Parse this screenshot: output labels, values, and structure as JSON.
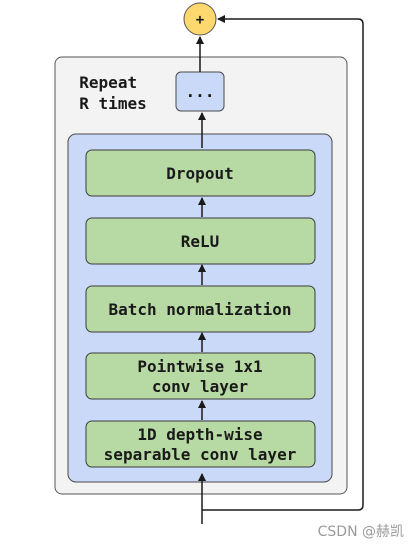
{
  "diagram": {
    "repeat_label": [
      "Repeat",
      "R times"
    ],
    "ellipsis": "...",
    "sum_symbol": "+",
    "layers": [
      {
        "lines": [
          "Dropout"
        ]
      },
      {
        "lines": [
          "ReLU"
        ]
      },
      {
        "lines": [
          "Batch normalization"
        ]
      },
      {
        "lines": [
          "Pointwise 1x1",
          "conv layer"
        ]
      },
      {
        "lines": [
          "1D depth-wise",
          "separable conv layer"
        ]
      }
    ]
  },
  "watermark": "CSDN @赫凯",
  "colors": {
    "outer_bg": "#f3f3f3",
    "outer_border": "#555555",
    "block_bg": "#c9d9f7",
    "block_border": "#4a4a4a",
    "layer_bg": "#b7d9a4",
    "layer_border": "#3c3c3c",
    "sum_bg": "#fcd86e",
    "sum_border": "#555555",
    "arrow": "#1a1a1a"
  }
}
